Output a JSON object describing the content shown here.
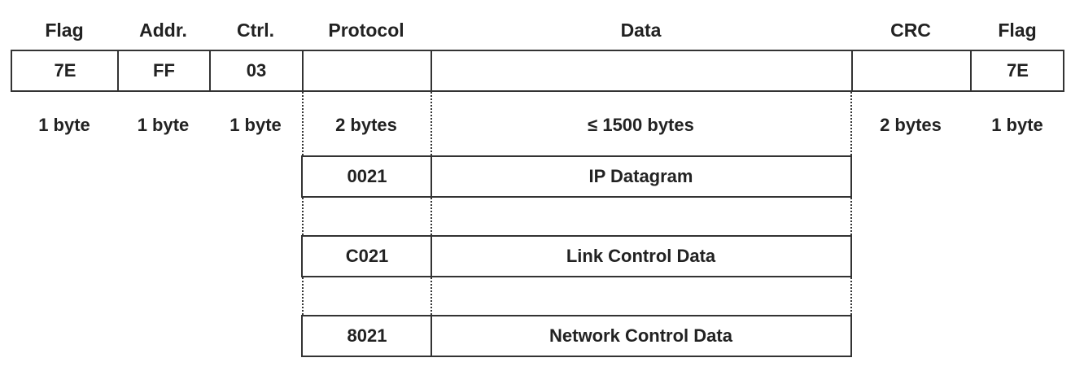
{
  "headers": {
    "flag_start": "Flag",
    "address": "Addr.",
    "control": "Ctrl.",
    "protocol": "Protocol",
    "data": "Data",
    "crc": "CRC",
    "flag_end": "Flag"
  },
  "frame_values": {
    "flag_start": "7E",
    "address": "FF",
    "control": "03",
    "protocol": "",
    "data": "",
    "crc": "",
    "flag_end": "7E"
  },
  "sizes": {
    "flag_start": "1 byte",
    "address": "1 byte",
    "control": "1 byte",
    "protocol": "2 bytes",
    "data": "≤ 1500 bytes",
    "crc": "2 bytes",
    "flag_end": "1 byte"
  },
  "protocol_rows": [
    {
      "code": "0021",
      "description": "IP Datagram"
    },
    {
      "code": "C021",
      "description": "Link Control Data"
    },
    {
      "code": "8021",
      "description": "Network Control Data"
    }
  ]
}
